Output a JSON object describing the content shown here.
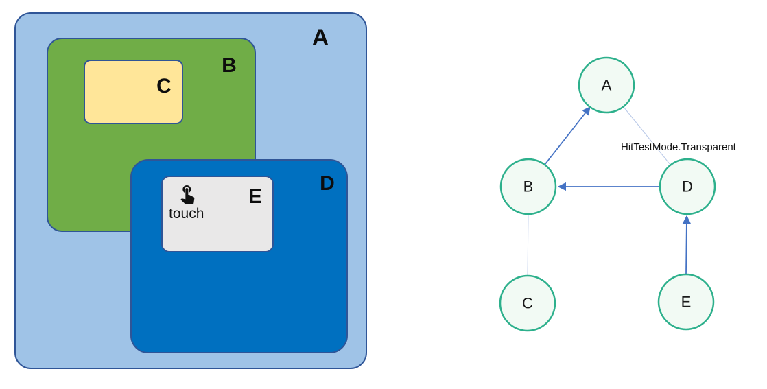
{
  "layout_diagram": {
    "border_color": "#2F5597",
    "containers": [
      {
        "id": "A",
        "label": "A",
        "fill": "#9FC3E7"
      },
      {
        "id": "B",
        "label": "B",
        "fill": "#70AD47"
      },
      {
        "id": "C",
        "label": "C",
        "fill": "#FFE699"
      },
      {
        "id": "D",
        "label": "D",
        "fill": "#0070C0"
      },
      {
        "id": "E",
        "label": "E",
        "fill": "#E9E8E8",
        "icon": "touch-icon",
        "caption": "touch"
      }
    ]
  },
  "hit_test_graph": {
    "annotation": "HitTestMode.Transparent",
    "node_fill": "#F2FAF4",
    "node_border_color": "#2DB08C",
    "arrow_color": "#4472C4",
    "thin_line_color": "#B9C9E8",
    "nodes": [
      {
        "id": "A",
        "label": "A"
      },
      {
        "id": "B",
        "label": "B"
      },
      {
        "id": "C",
        "label": "C"
      },
      {
        "id": "D",
        "label": "D"
      },
      {
        "id": "E",
        "label": "E"
      }
    ],
    "edges": [
      {
        "from": "B",
        "to": "A",
        "style": "arrow"
      },
      {
        "from": "D",
        "to": "B",
        "style": "arrow"
      },
      {
        "from": "E",
        "to": "D",
        "style": "arrow"
      },
      {
        "from": "C",
        "to": "B",
        "style": "thin-line"
      },
      {
        "from": "D",
        "to": "A",
        "style": "thin-line",
        "annotation": "HitTestMode.Transparent"
      }
    ]
  }
}
